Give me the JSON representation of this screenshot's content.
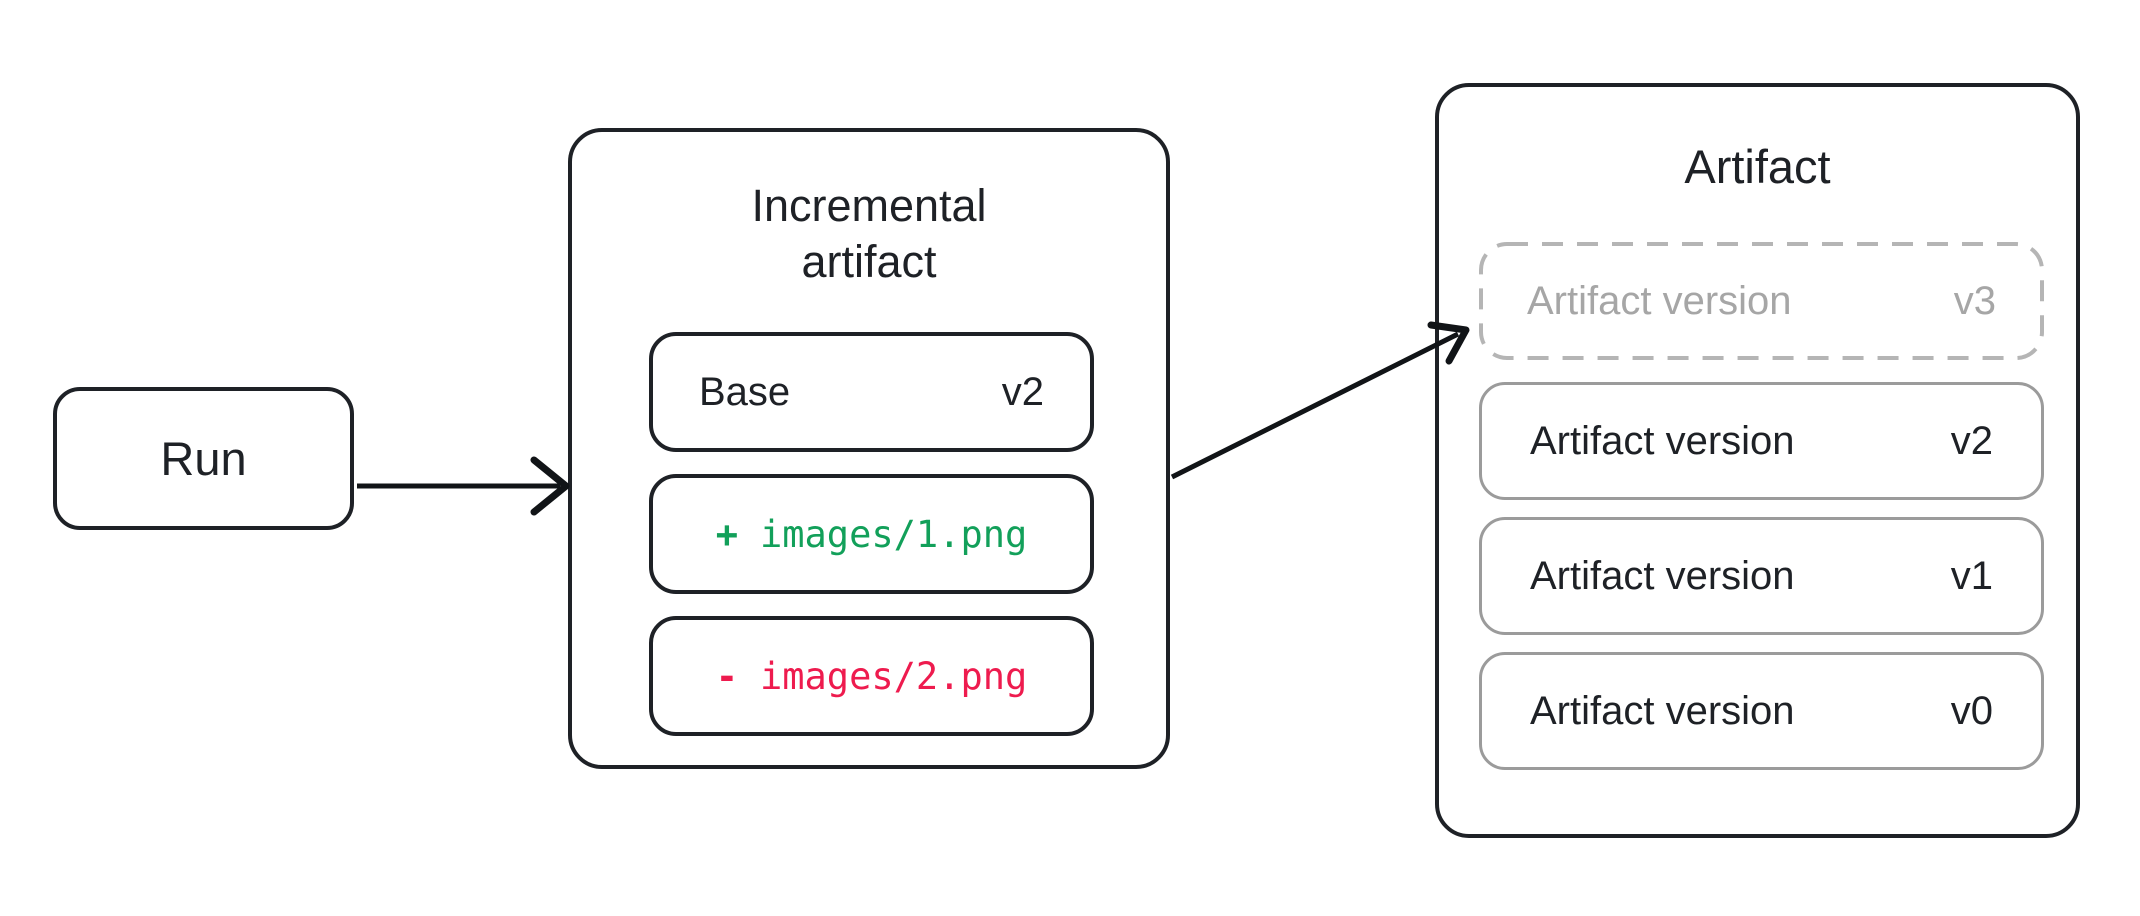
{
  "colors": {
    "ink": "#1e2126",
    "version_border_gray": "#9b9b9b",
    "pending_dash_gray": "#b5b5b5",
    "pending_text_gray": "#a6a6a6",
    "add_green": "#12a05a",
    "remove_red": "#ee1b4e"
  },
  "run": {
    "label": "Run"
  },
  "incremental": {
    "title_lines": [
      "Incremental",
      "artifact"
    ],
    "base": {
      "label": "Base",
      "version": "v2"
    },
    "changes": [
      {
        "sign": "+",
        "path": "images/1.png"
      },
      {
        "sign": "-",
        "path": "images/2.png"
      }
    ]
  },
  "artifact": {
    "title": "Artifact",
    "versions": [
      {
        "label": "Artifact version",
        "version": "v3"
      },
      {
        "label": "Artifact version",
        "version": "v2"
      },
      {
        "label": "Artifact version",
        "version": "v1"
      },
      {
        "label": "Artifact version",
        "version": "v0"
      }
    ]
  }
}
